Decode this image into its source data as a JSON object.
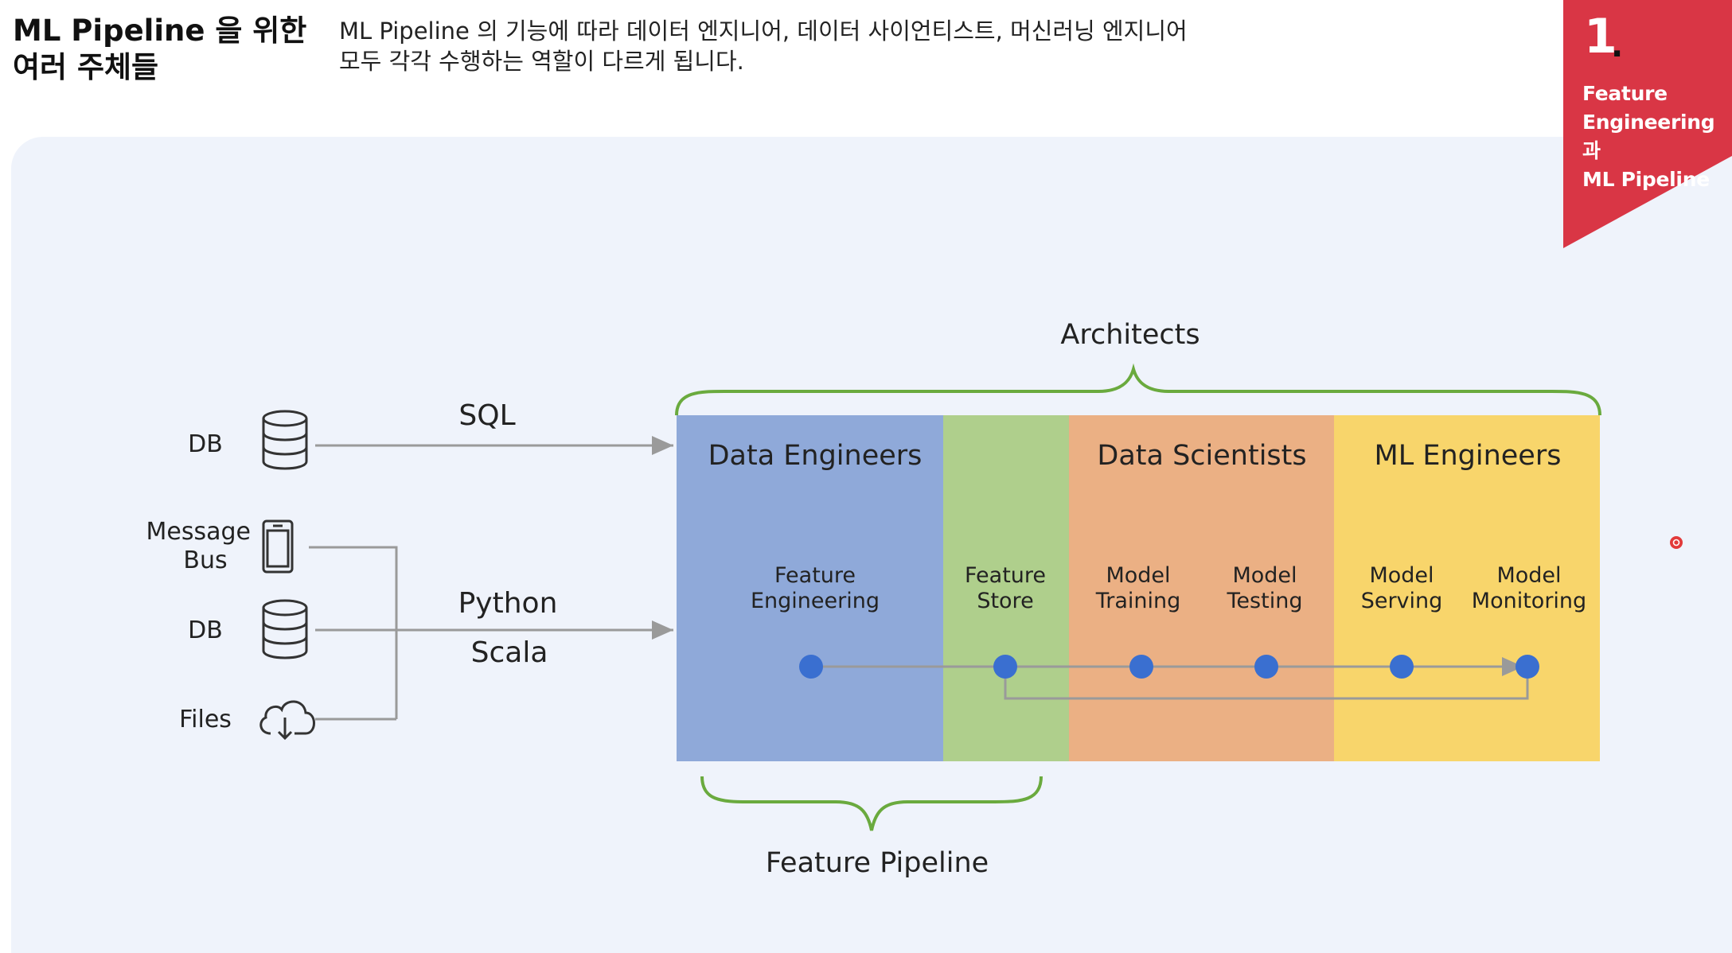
{
  "header": {
    "title": "ML Pipeline 을 위한\n여러 주체들",
    "description": "ML Pipeline 의 기능에 따라 데이터 엔지니어, 데이터 사이언티스트, 머신러닝 엔지니어\n모두 각각 수행하는 역할이 다르게 됩니다."
  },
  "badge": {
    "number": "1",
    "dot": ".",
    "text": "Feature\nEngineering 과\nML Pipeline",
    "color": "#d93645"
  },
  "diagram": {
    "sources": [
      {
        "label": "DB",
        "icon": "database-icon"
      },
      {
        "label": "Message\nBus",
        "icon": "mobile-device-icon"
      },
      {
        "label": "DB",
        "icon": "database-icon"
      },
      {
        "label": "Files",
        "icon": "cloud-download-icon"
      }
    ],
    "connectors": {
      "sql": "SQL",
      "python": "Python",
      "scala": "Scala"
    },
    "brace_top_label": "Architects",
    "brace_bottom_label": "Feature Pipeline",
    "sections": [
      {
        "title": "Data Engineers",
        "color": "#8fa9d9",
        "stages": [
          "Feature\nEngineering"
        ]
      },
      {
        "title": "",
        "color": "#afcf8c",
        "stages": [
          "Feature\nStore"
        ]
      },
      {
        "title": "Data Scientists",
        "color": "#ebb084",
        "stages": [
          "Model\nTraining",
          "Model\nTesting"
        ]
      },
      {
        "title": "ML Engineers",
        "color": "#f8d56b",
        "stages": [
          "Model\nServing",
          "Model\nMonitoring"
        ]
      }
    ],
    "colors": {
      "brace": "#6aaa3e",
      "node": "#3a6fd0",
      "line": "#9a9a9a"
    }
  }
}
